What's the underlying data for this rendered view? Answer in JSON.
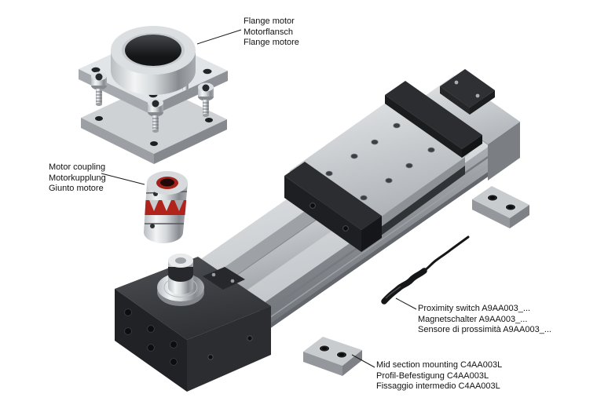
{
  "labels": {
    "flange_motor": {
      "lines": [
        "Flange motor",
        "Motorflansch",
        "Flange motore"
      ]
    },
    "motor_coupling": {
      "lines": [
        "Motor coupling",
        "Motorkupplung",
        "Giunto motore"
      ]
    },
    "proximity_switch": {
      "lines": [
        "Proximity switch A9AA003_...",
        "Magnetschalter A9AA003_...",
        "Sensore di prossimità A9AA003_..."
      ]
    },
    "mid_section_mounting": {
      "lines": [
        "Mid section mounting C4AA003L",
        "Profil-Befestigung C4AA003L",
        "Fissaggio intermedio C4AA003L"
      ]
    }
  },
  "colors": {
    "background": "#ffffff",
    "aluminum": "#c9ccd0",
    "black_parts": "#222427",
    "coupling_accent_red": "#b0241c",
    "label_text": "#111111"
  }
}
